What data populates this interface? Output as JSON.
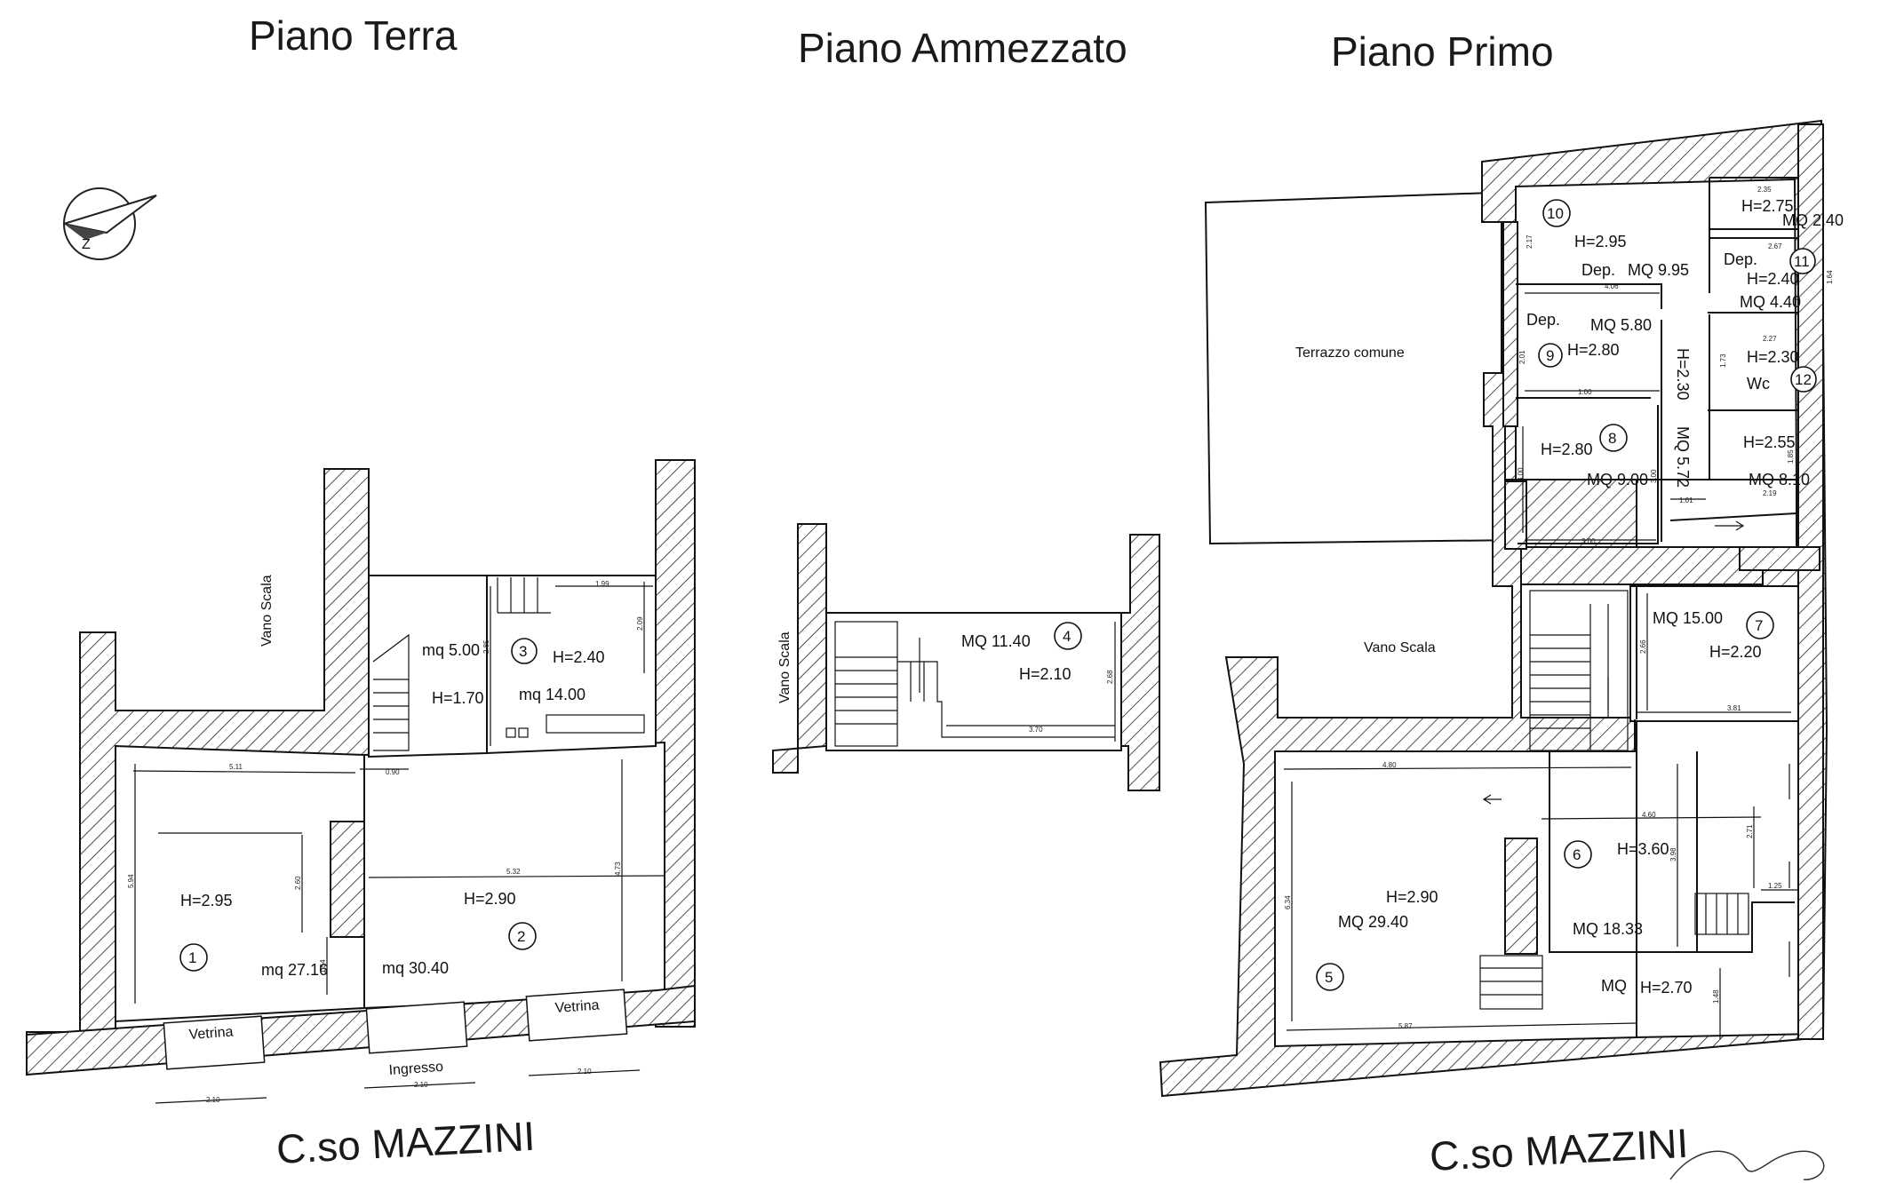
{
  "titles": {
    "piano_terra": "Piano Terra",
    "piano_ammezzato": "Piano Ammezzato",
    "piano_primo": "Piano Primo"
  },
  "street": {
    "left": "C.so MAZZINI",
    "right": "C.so MAZZINI"
  },
  "ground_floor": {
    "vano_scala": "Vano Scala",
    "room1": {
      "num": "1",
      "h": "H=2.95",
      "mq": "mq 27.16"
    },
    "room2": {
      "num": "2",
      "h": "H=2.90",
      "mq": "mq 30.40"
    },
    "room3": {
      "num": "3",
      "h": "H=2.40",
      "mq": "mq 14.00"
    },
    "small_room": {
      "mq": "mq 5.00",
      "h": "H=1.70"
    },
    "vetrina_left": "Vetrina",
    "vetrina_right": "Vetrina",
    "ingresso": "Ingresso",
    "dims": {
      "d511": "5.11",
      "d090": "0.90",
      "d532": "5.32",
      "d473": "4.73",
      "d594": "5.94",
      "d260": "2.60",
      "d154": "1.54",
      "d285": "2.85",
      "d199": "1.99",
      "d209": "2.09",
      "d210a": "2.10",
      "d210b": "2.10",
      "d210c": "2.10"
    }
  },
  "mezzanine": {
    "vano_scala": "Vano Scala",
    "room4": {
      "num": "4",
      "mq": "MQ 11.40",
      "h": "H=2.10"
    },
    "dims": {
      "d268": "2.68",
      "d370": "3.70"
    }
  },
  "first_floor": {
    "terrazzo": "Terrazzo comune",
    "vano_scala": "Vano Scala",
    "room5": {
      "num": "5",
      "h": "H=2.90",
      "mq": "MQ 29.40"
    },
    "room6": {
      "num": "6",
      "h": "H=3.60",
      "mq": "MQ 18.33"
    },
    "room7": {
      "num": "7",
      "mq": "MQ 15.00",
      "h": "H=2.20"
    },
    "room8": {
      "num": "8",
      "h": "H=2.80",
      "mq": "MQ 9.00"
    },
    "room9": {
      "num": "9",
      "dep": "Dep.",
      "mq": "MQ 5.80",
      "h": "H=2.80"
    },
    "room10": {
      "num": "10",
      "h": "H=2.95",
      "dep": "Dep.",
      "mq": "MQ 9.95"
    },
    "room11": {
      "num": "11",
      "dep": "Dep.",
      "h": "H=2.40",
      "mq": "MQ 4.40"
    },
    "room12": {
      "num": "12",
      "h": "H=2.30",
      "wc": "Wc"
    },
    "room_top": {
      "h": "H=2.75",
      "mq": "MQ 2.40"
    },
    "room_b": {
      "h": "H=2.55",
      "mq": "MQ 8.10"
    },
    "corridor": {
      "h": "H=2.30",
      "mq": "MQ 5.72"
    },
    "bottom": {
      "mq": "MQ",
      "h": "H=2.70"
    },
    "dims": {
      "d480": "4.80",
      "d460": "4.60",
      "d587": "5.87",
      "d634": "6.34",
      "d398": "3.98",
      "d271": "2.71",
      "d125": "1.25",
      "d148": "1.48",
      "d381": "3.81",
      "d266": "2.66",
      "d300a": "3.00",
      "d300b": "3.00",
      "d300c": "3.00",
      "d101": "1.01",
      "d100": "1.00",
      "d406": "4.06",
      "d217": "2.17",
      "d267": "2.67",
      "d235": "2.35",
      "d227": "2.27",
      "d219": "2.19",
      "d185": "1.85",
      "d173": "1.73",
      "d201": "2.01",
      "d164": "1.64"
    }
  }
}
